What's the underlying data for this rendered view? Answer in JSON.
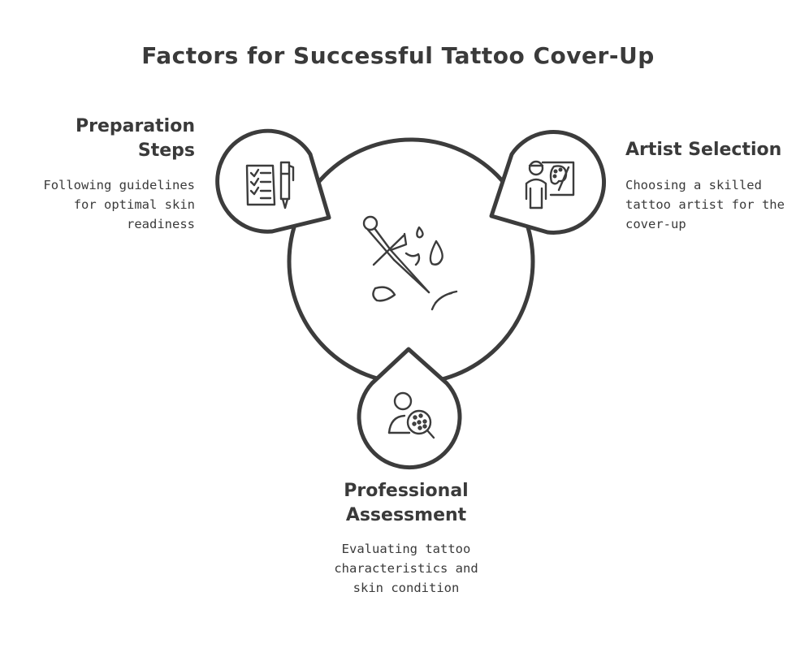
{
  "title": "Factors for Successful Tattoo Cover-Up",
  "factors": [
    {
      "heading_lines": [
        "Preparation",
        "Steps"
      ],
      "description_lines": [
        "Following guidelines",
        "for optimal skin",
        "readiness"
      ],
      "icon": "checklist-and-pen-icon"
    },
    {
      "heading_lines": [
        "Artist Selection"
      ],
      "description_lines": [
        "Choosing a skilled",
        "tattoo artist for the",
        "cover-up"
      ],
      "icon": "artist-with-palette-icon"
    },
    {
      "heading_lines": [
        "Professional",
        "Assessment"
      ],
      "description_lines": [
        "Evaluating tattoo",
        "characteristics and",
        "skin condition"
      ],
      "icon": "person-magnifier-icon"
    }
  ],
  "center_icon": "tattoo-needle-with-drops-icon",
  "colors": {
    "stroke": "#3c3c3c",
    "text": "#3a3a3a",
    "background": "#ffffff"
  }
}
